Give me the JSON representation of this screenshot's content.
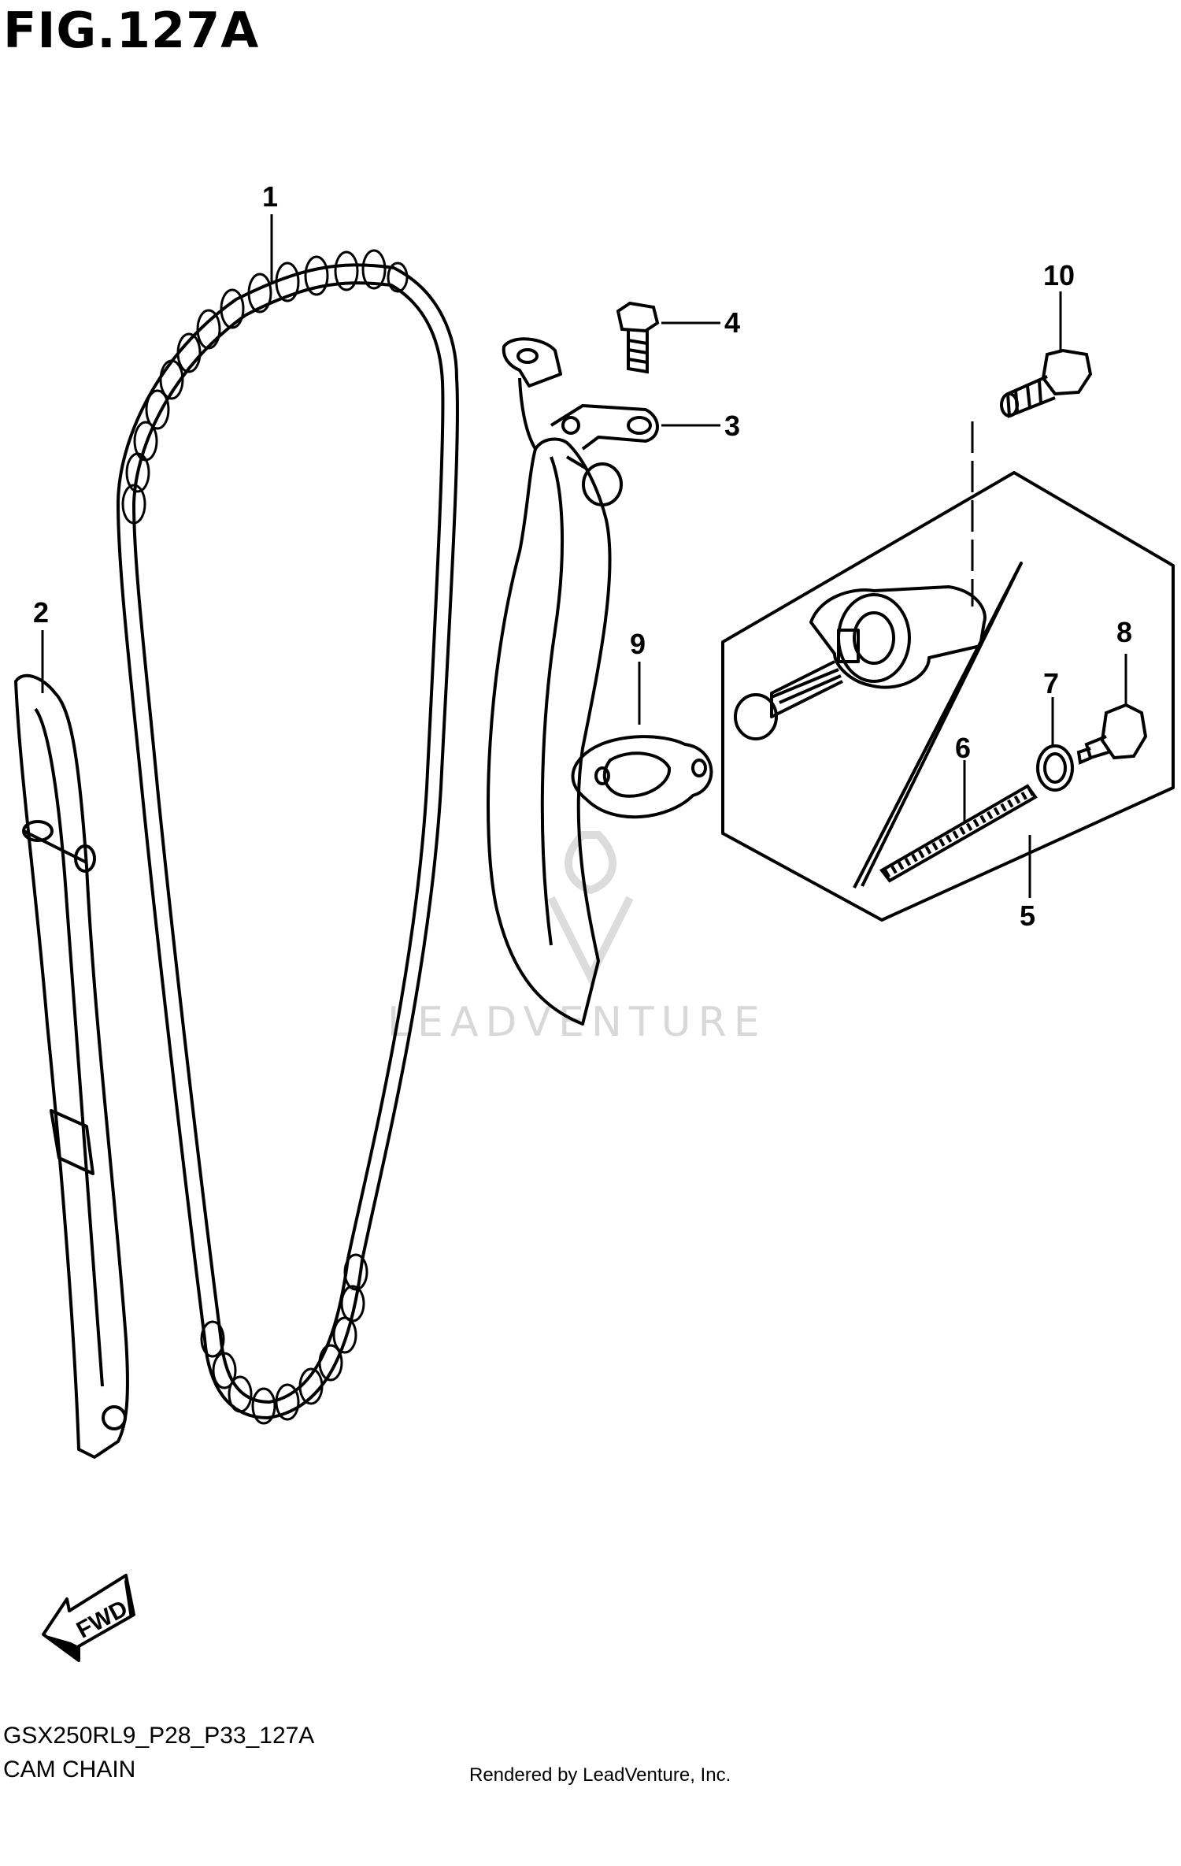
{
  "title": "FIG.127A",
  "callouts": [
    {
      "number": "1"
    },
    {
      "number": "2"
    },
    {
      "number": "3"
    },
    {
      "number": "4"
    },
    {
      "number": "5"
    },
    {
      "number": "6"
    },
    {
      "number": "7"
    },
    {
      "number": "8"
    },
    {
      "number": "9"
    },
    {
      "number": "10"
    }
  ],
  "direction_label": "FWD",
  "footer": {
    "diagram_code": "GSX250RL9_P28_P33_127A",
    "diagram_name": "CAM CHAIN",
    "rendered_by": "Rendered by LeadVenture, Inc."
  },
  "watermark": "LEADVENTURE",
  "icons": [
    "fwd-arrow-icon",
    "leadventure-logo-icon"
  ]
}
